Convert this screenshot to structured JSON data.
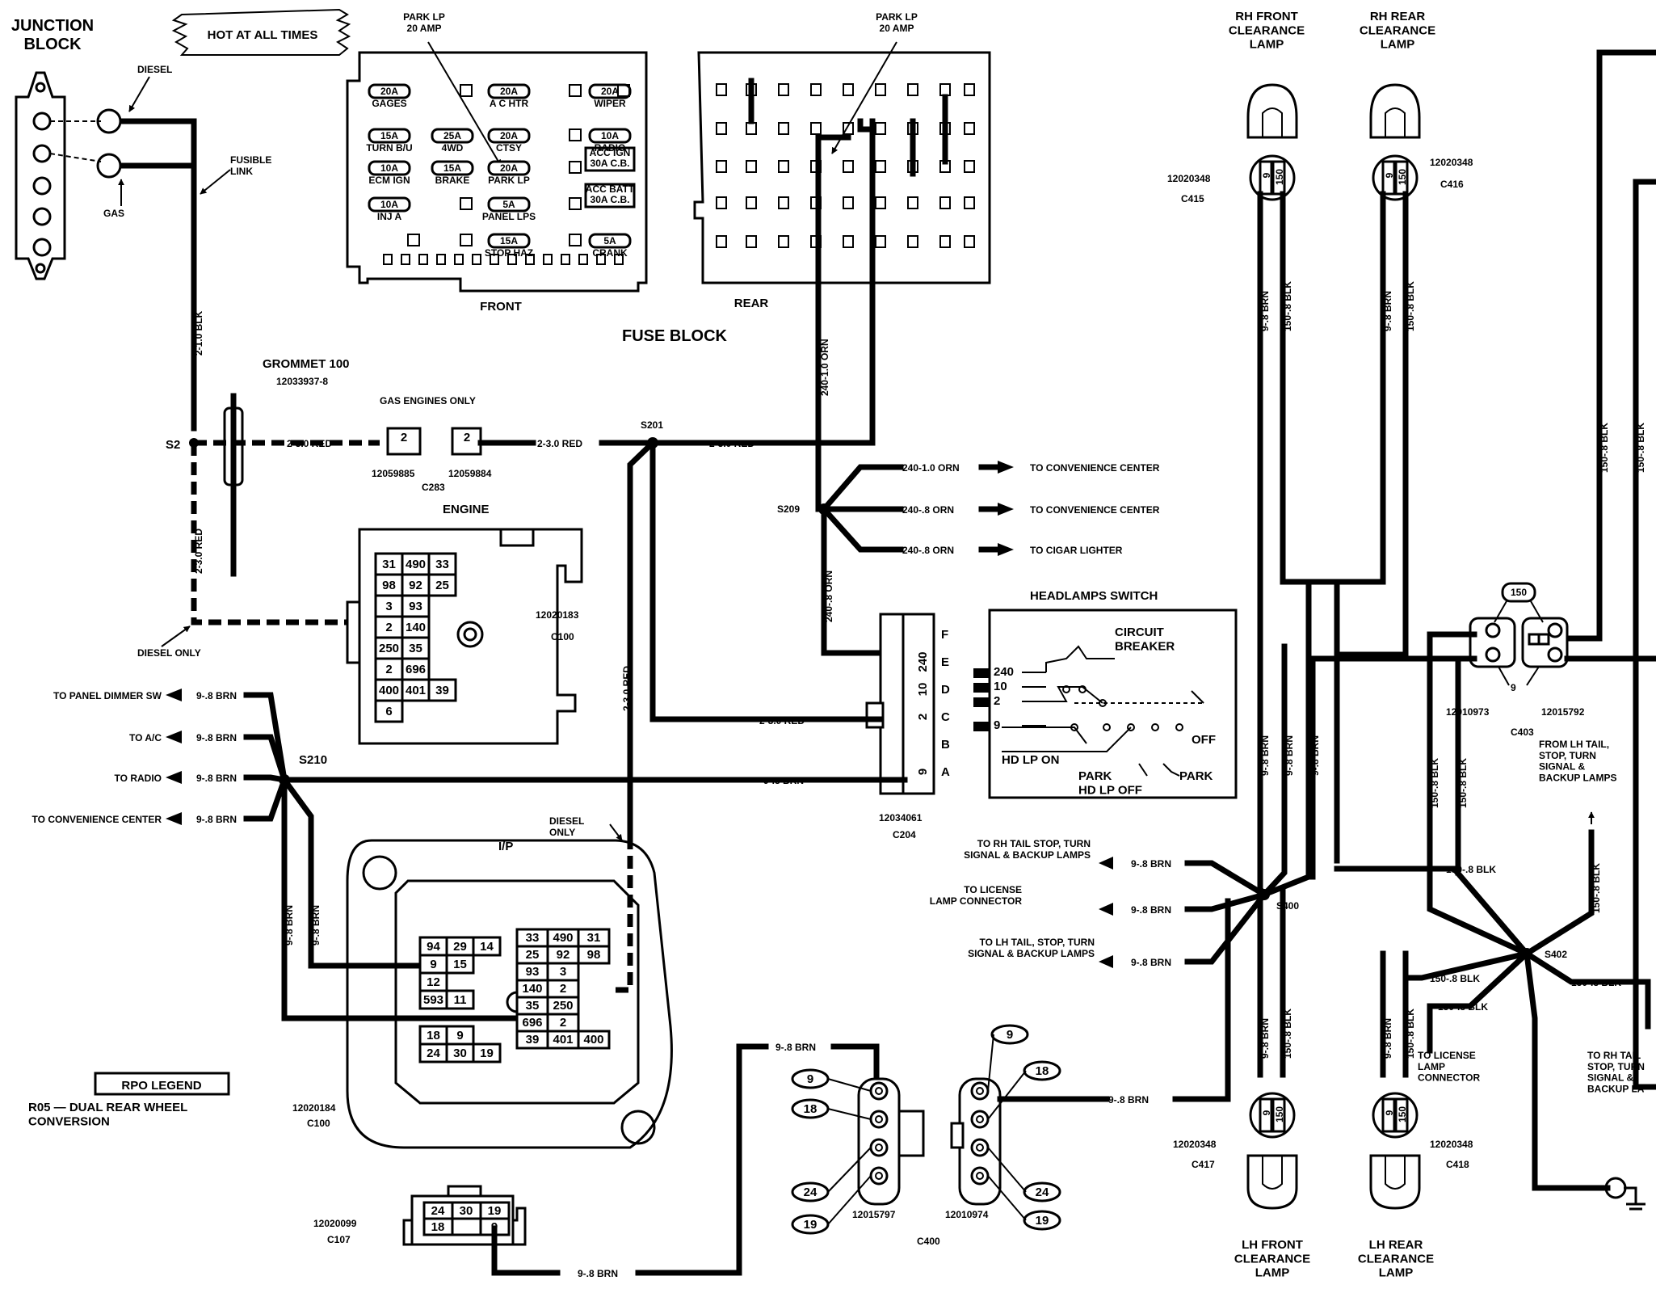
{
  "top": {
    "junction_block": "JUNCTION\nBLOCK",
    "hot_at_all_times": "HOT AT ALL TIMES",
    "diesel": "DIESEL",
    "gas": "GAS",
    "fusible_link": "FUSIBLE\nLINK",
    "park_lp_front": "PARK LP\n20 AMP",
    "park_lp_rear": "PARK LP\n20 AMP",
    "front": "FRONT",
    "rear": "REAR",
    "fuse_block": "FUSE BLOCK"
  },
  "front_fuses": [
    {
      "amp": "20A",
      "name": "GAGES"
    },
    {
      "amp": "20A",
      "name": "A C HTR"
    },
    {
      "amp": "20A",
      "name": "WIPER"
    },
    {
      "amp": "15A",
      "name": "TURN B/U"
    },
    {
      "amp": "25A",
      "name": "4WD"
    },
    {
      "amp": "20A",
      "name": "CTSY"
    },
    {
      "amp": "10A",
      "name": "RADIO"
    },
    {
      "amp": "10A",
      "name": "ECM IGN"
    },
    {
      "amp": "15A",
      "name": "BRAKE"
    },
    {
      "amp": "20A",
      "name": "PARK LP"
    },
    {
      "amp": "10A",
      "name": "INJ A"
    },
    {
      "amp": "5A",
      "name": "PANEL LPS"
    },
    {
      "amp": "15A",
      "name": "STOP HAZ"
    },
    {
      "amp": "5A",
      "name": "CRANK"
    }
  ],
  "front_cb": [
    {
      "label": "ACC IGN",
      "amp": "30A C.B."
    },
    {
      "label": "ACC BATT",
      "amp": "30A C.B."
    }
  ],
  "left": {
    "wire_2_1_0_blk": "2-1.0 BLK",
    "grommet": "GROMMET 100",
    "grommet_pn": "12033937-8",
    "s2": "S2",
    "wire_2_3_0_red_v": "2-3.0 RED",
    "diesel_only": "DIESEL ONLY",
    "gas_engines_only": "GAS ENGINES ONLY",
    "wire_2_3_0_red_a": "2-3.0 RED",
    "wire_2_3_0_red_b": "2-3.0 RED",
    "c283_pn_a": "12059885",
    "c283_pn_b": "12059884",
    "c283": "C283",
    "c283_pin": "2",
    "s201": "S201",
    "wire_s201_right": "2-3.0 RED",
    "wire_240_1_0_orn_v": "240-1.0 ORN"
  },
  "engine": {
    "title": "ENGINE",
    "pn": "12020183",
    "conn": "C100",
    "rows": [
      [
        "31",
        "490",
        "33"
      ],
      [
        "98",
        "92",
        "25"
      ],
      [
        "3",
        "93"
      ],
      [
        "2",
        "140"
      ],
      [
        "250",
        "35"
      ],
      [
        "2",
        "696"
      ],
      [
        "400",
        "401",
        "39"
      ],
      [
        "6"
      ]
    ]
  },
  "convenience": {
    "s209": "S209",
    "wire_v": "240-.8 ORN",
    "items": [
      {
        "wire": "240-1.0 ORN",
        "to": "TO CONVENIENCE CENTER"
      },
      {
        "wire": "240-.8 ORN",
        "to": "TO CONVENIENCE CENTER"
      },
      {
        "wire": "240-.8 ORN",
        "to": "TO CIGAR LIGHTER"
      }
    ]
  },
  "s210": {
    "label": "S210",
    "items": [
      {
        "to": "TO PANEL DIMMER SW",
        "wire": "9-.8 BRN"
      },
      {
        "to": "TO A/C",
        "wire": "9-.8 BRN"
      },
      {
        "to": "TO RADIO",
        "wire": "9-.8 BRN"
      },
      {
        "to": "TO CONVENIENCE CENTER",
        "wire": "9-.8 BRN"
      }
    ],
    "wire_a": "9-.8 BRN",
    "wire_b": "9-.8 BRN",
    "wire_right": "9-.8 BRN"
  },
  "c204": {
    "pins": [
      "F",
      "E",
      "D",
      "C",
      "B",
      "A"
    ],
    "circuits": [
      "",
      "240",
      "10",
      "2",
      "",
      "9"
    ],
    "wire_red": "2-3.0 RED",
    "wire_red_v": "2-3.0 RED",
    "pn": "12034061",
    "conn": "C204"
  },
  "headlamp_switch": {
    "title": "HEADLAMPS SWITCH",
    "breaker": "CIRCUIT\nBREAKER",
    "pins": [
      "240",
      "10",
      "2",
      "9"
    ],
    "off": "OFF",
    "hd_lp_on": "HD LP ON",
    "park": "PARK",
    "park_hd_lp_off": "PARK\nHD LP OFF",
    "park_right": "PARK"
  },
  "ip": {
    "title": "I/P",
    "diesel_only": "DIESEL\nONLY",
    "pn": "12020184",
    "conn": "C100",
    "left_block": [
      [
        "94",
        "29",
        "14"
      ],
      [
        "9",
        "15"
      ],
      [
        "12"
      ],
      [
        "593",
        "11"
      ]
    ],
    "right_block": [
      [
        "33",
        "490",
        "31"
      ],
      [
        "25",
        "92",
        "98"
      ],
      [
        "93",
        "3"
      ],
      [
        "140",
        "2"
      ],
      [
        "35",
        "250"
      ],
      [
        "696",
        "2"
      ],
      [
        "39",
        "401",
        "400"
      ]
    ],
    "bottom_block": [
      [
        "18",
        "9"
      ],
      [
        "24",
        "30",
        "19"
      ]
    ]
  },
  "rpo": {
    "title": "RPO LEGEND",
    "r05": "R05 — DUAL REAR WHEEL\nCONVERSION"
  },
  "c107": {
    "pn": "12020099",
    "conn": "C107",
    "cells": [
      [
        "24",
        "30",
        "19"
      ],
      [
        "18",
        "",
        "9"
      ]
    ],
    "wire": "9-.8 BRN"
  },
  "c400": {
    "wire_top": "9-.8 BRN",
    "wire_right": "9-.8 BRN",
    "left_pins": [
      "9",
      "18",
      "24",
      "19"
    ],
    "right_pins": [
      "9",
      "18",
      "24",
      "19"
    ],
    "pn_left": "12015797",
    "pn_right": "12010974",
    "conn": "C400"
  },
  "lamps": {
    "rh_front": "RH FRONT\nCLEARANCE\nLAMP",
    "rh_rear": "RH REAR\nCLEARANCE\nLAMP",
    "lh_front": "LH FRONT\nCLEARANCE\nLAMP",
    "lh_rear": "LH REAR\nCLEARANCE\nLAMP",
    "pn": "12020348",
    "c415": "C415",
    "c416": "C416",
    "c417": "C417",
    "c418": "C418",
    "pin9": "9",
    "pin150": "150",
    "wire_brn": "9-.8 BRN",
    "wire_blk": "150-.8 BLK"
  },
  "s400": {
    "label": "S400",
    "items": [
      {
        "to": "TO RH TAIL STOP, TURN\nSIGNAL & BACKUP LAMPS",
        "wire": "9-.8 BRN"
      },
      {
        "to": "TO LICENSE\nLAMP CONNECTOR",
        "wire": "9-.8 BRN"
      },
      {
        "to": "TO LH TAIL, STOP, TURN\nSIGNAL & BACKUP LAMPS",
        "wire": "9-.8 BRN"
      }
    ],
    "v_wires": [
      "9-.8 BRN",
      "9-.8 BRN",
      "9-.8 BRN"
    ]
  },
  "c403": {
    "pin150": "150",
    "pin9": "9",
    "pn_left": "12010973",
    "pn_right": "12015792",
    "conn": "C403",
    "from": "FROM LH TAIL,\nSTOP, TURN\nSIGNAL &\nBACKUP LAMPS",
    "wire_blk": "150-.8 BLK"
  },
  "s402": {
    "label": "S402",
    "wire_a": "150-.8 BLK",
    "wire_b": "150-.8 BLK",
    "wire_c": "150-.8 BLK",
    "wire_d": "150-.8 BLK",
    "to_license": "TO LICENSE\nLAMP\nCONNECTOR",
    "to_rh_tail": "TO RH TAIL\nSTOP, TURN\nSIGNAL &\nBACKUP LA"
  }
}
